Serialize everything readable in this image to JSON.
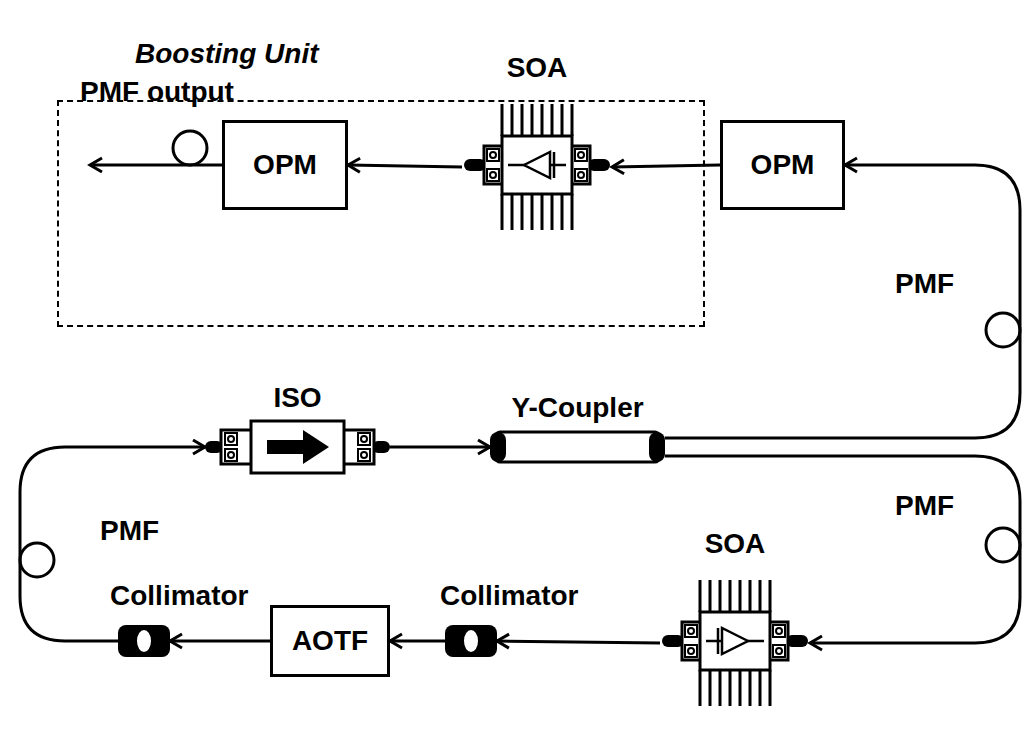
{
  "diagram": {
    "nodes": [
      {
        "text": [
          "Boosting Unit"
        ]
      },
      {
        "text": [
          "OPM"
        ],
        "in": 0
      },
      {
        "text": [
          "SOA"
        ],
        "in": 0
      },
      {
        "text": [
          "OPM"
        ]
      },
      {
        "text": [
          "ISO"
        ]
      },
      {
        "text": [
          "Y-Coupler"
        ]
      },
      {
        "text": [
          "Collimator"
        ]
      },
      {
        "text": [
          "AOTF"
        ]
      },
      {
        "text": [
          "Collimator"
        ]
      },
      {
        "text": [
          "SOA"
        ]
      }
    ],
    "edges": [
      {
        "from": 2,
        "to": 1,
        "arrow": "to"
      },
      {
        "from": 3,
        "to": 2,
        "arrow": "to"
      },
      {
        "from": 5,
        "to": 3,
        "arrow": "to"
      },
      {
        "from": 5,
        "to": 9,
        "arrow": "to"
      },
      {
        "from": 9,
        "to": 8,
        "arrow": "to"
      },
      {
        "from": 8,
        "to": 7,
        "arrow": "to"
      },
      {
        "from": 7,
        "to": 6,
        "arrow": "to"
      },
      {
        "from": 6,
        "to": 4,
        "arrow": "to"
      },
      {
        "from": 4,
        "to": 5,
        "arrow": "to"
      }
    ],
    "labels": [
      "PMF output",
      "PMF",
      "PMF",
      "PMF"
    ]
  }
}
